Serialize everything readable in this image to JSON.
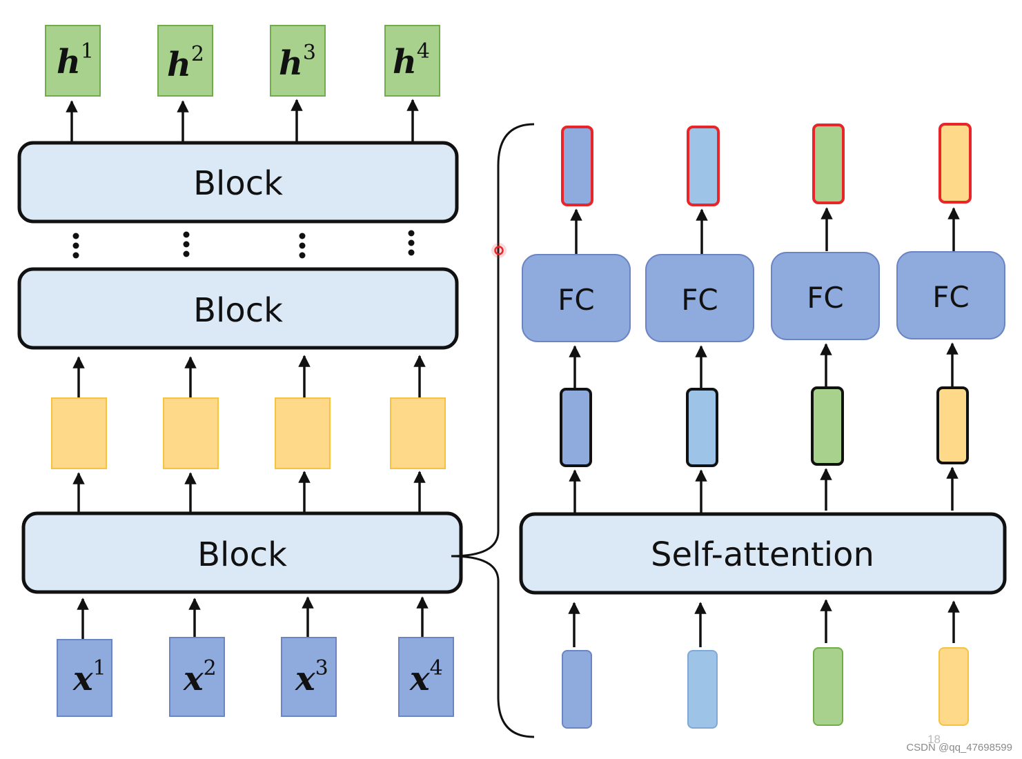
{
  "colors": {
    "green_fill": "#a9d18e",
    "green_stroke": "#70ad47",
    "yellow_fill": "#ffd98a",
    "yellow_stroke": "#f5c242",
    "blue_fill": "#8faadc",
    "blue_stroke": "#6a84c4",
    "lightblue_fill": "#9dc3e6",
    "block_fill": "#dbe8f5",
    "fc_fill": "#8faadc",
    "highlight_red": "#e8262a"
  },
  "left_stack": {
    "outputs": [
      {
        "var": "h",
        "sup": "1"
      },
      {
        "var": "h",
        "sup": "2"
      },
      {
        "var": "h",
        "sup": "3"
      },
      {
        "var": "h",
        "sup": "4"
      }
    ],
    "inputs": [
      {
        "var": "x",
        "sup": "1"
      },
      {
        "var": "x",
        "sup": "2"
      },
      {
        "var": "x",
        "sup": "3"
      },
      {
        "var": "x",
        "sup": "4"
      }
    ],
    "blocks": {
      "top": "Block",
      "middle": "Block",
      "bottom": "Block"
    }
  },
  "right_detail": {
    "self_attention_label": "Self-attention",
    "fc_labels": [
      "FC",
      "FC",
      "FC",
      "FC"
    ],
    "vector_colors": [
      "blue",
      "lightblue",
      "green",
      "yellow"
    ]
  },
  "footer": {
    "page_number": "18",
    "watermark": "CSDN @qq_47698599"
  }
}
